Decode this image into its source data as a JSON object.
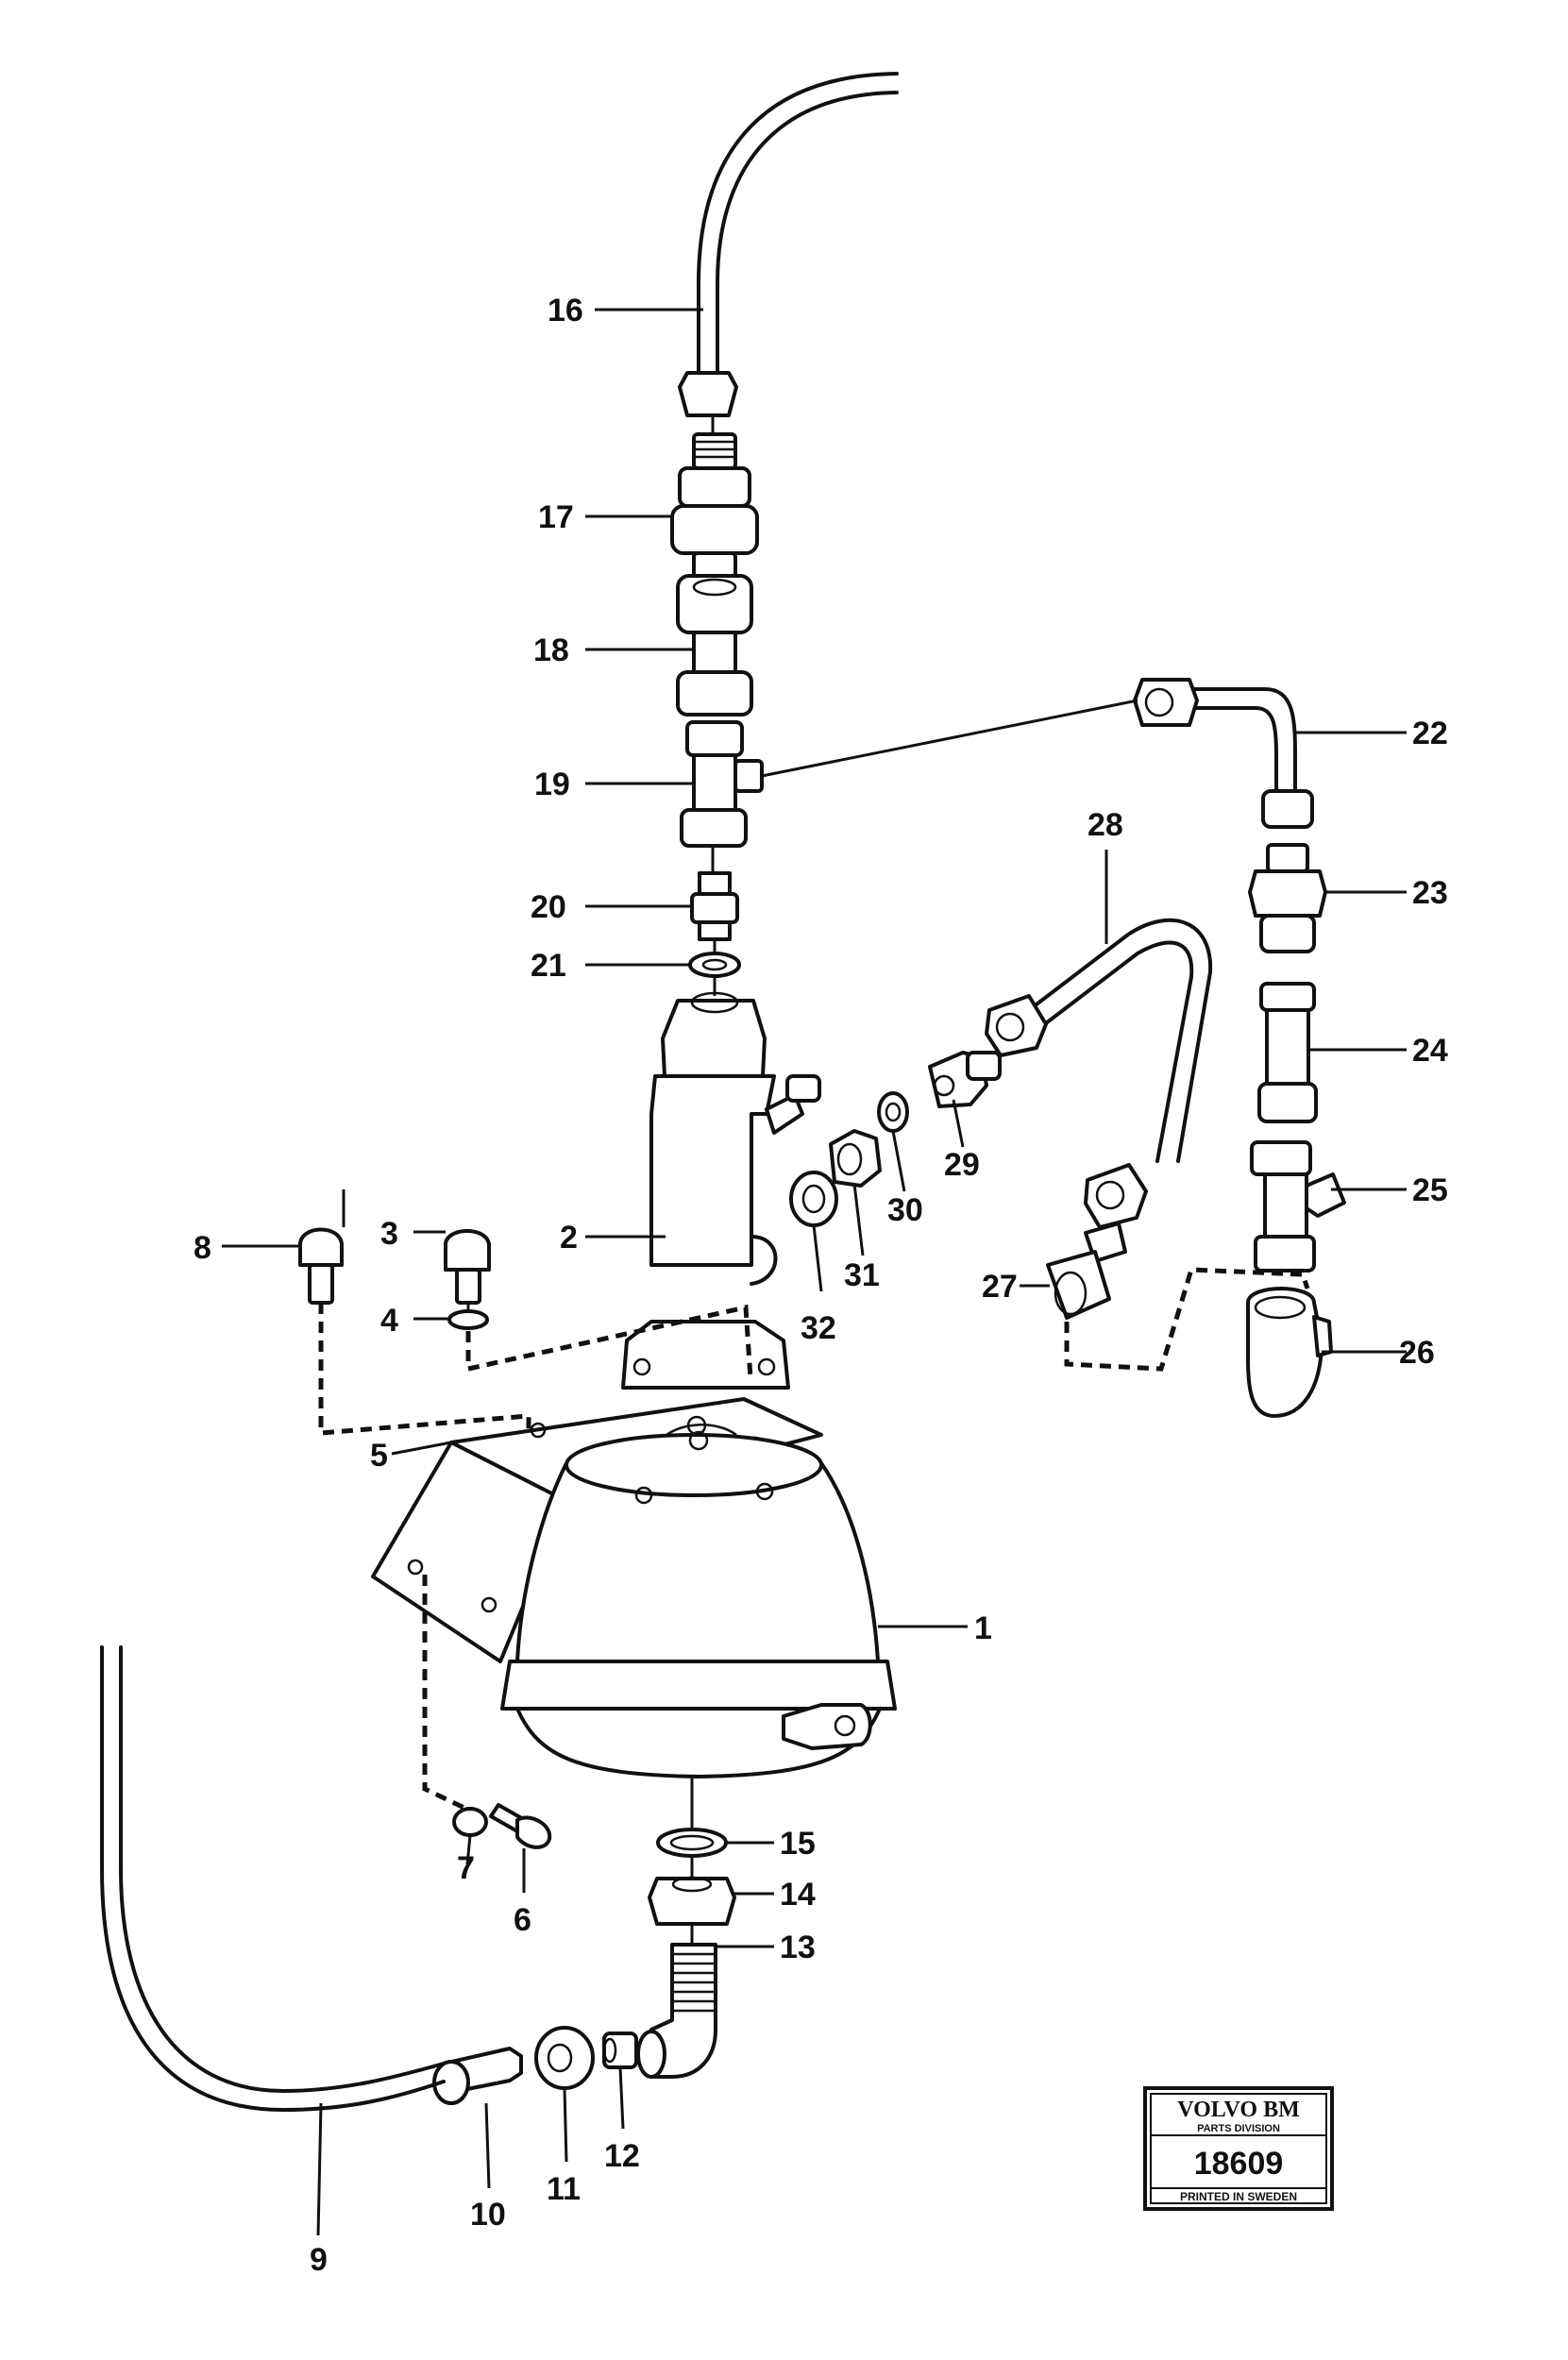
{
  "callouts": [
    "1",
    "2",
    "3",
    "4",
    "5",
    "6",
    "7",
    "8",
    "9",
    "10",
    "11",
    "12",
    "13",
    "14",
    "15",
    "16",
    "17",
    "18",
    "19",
    "20",
    "21",
    "22",
    "23",
    "24",
    "25",
    "26",
    "27",
    "28",
    "29",
    "30",
    "31",
    "32"
  ],
  "stamp": {
    "brand": "VOLVO BM",
    "division": "PARTS DIVISION",
    "number": "18609",
    "footer": "PRINTED IN SWEDEN"
  }
}
